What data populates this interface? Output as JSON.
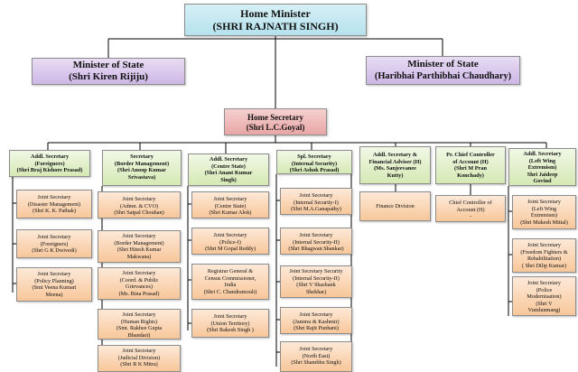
{
  "home_minister": {
    "line1": "Home Minister",
    "line2": "(SHRI RAJNATH SINGH)"
  },
  "mos_left": {
    "line1": "Minister of State",
    "line2": "(Shri Kiren Rijiju)"
  },
  "mos_right": {
    "line1": "Minister of State",
    "line2": "(Haribhai Parthibhai Chaudhary)"
  },
  "home_secretary": {
    "line1": "Home Secretary",
    "line2": "(Shri L.C.Goyal)"
  },
  "divisions": [
    {
      "lines": [
        "Addl.  Secretary",
        "(Foreigners)",
        "(Shri Braj Kishore Prasad)"
      ]
    },
    {
      "lines": [
        "Secretary",
        "(Border Management)",
        "(Shri Anoop Kumar",
        "Srivastava)"
      ]
    },
    {
      "lines": [
        "Addl. Secretary",
        "(Centre State)",
        "(Shri Anant Kumar",
        "Singh)"
      ]
    },
    {
      "lines": [
        "Spl. Secretary",
        "(Internal Security)",
        "(Shri Ashok Prasad)"
      ]
    },
    {
      "lines": [
        "Addl. Secretary &",
        "Financial Adviser (H)",
        "(Ms. Sanjeevanee",
        "Kutty)"
      ]
    },
    {
      "lines": [
        "Pr. Chief Controller",
        "of Account (H)",
        "(Shri M Pran",
        "Konchady)"
      ]
    },
    {
      "lines": [
        "Addl. Secretary",
        "(Left Wing",
        "Extremism)",
        "Shri Jaideep",
        "Govind"
      ]
    }
  ],
  "sub_units": [
    [
      {
        "lines": [
          "Joint Secretary",
          "(Disaster Management)",
          "(Shri K. K. Pathak)"
        ]
      },
      {
        "lines": [
          "Joint Secretary",
          "(Foreigners)",
          "(Shri G K Dwivedi)"
        ]
      },
      {
        "lines": [
          "Joint Secretary",
          "(Policy Planning)",
          "(Smt Veena Kumari",
          "Meena)"
        ]
      }
    ],
    [
      {
        "lines": [
          "Joint Secretary",
          "(Admn. & CVO)",
          "(Shri Satpal Chouhan)"
        ]
      },
      {
        "lines": [
          "Joint Secretary",
          "(Border Management)",
          "(Shri Hitesh Kumar",
          "Makwana)"
        ]
      },
      {
        "lines": [
          "Joint Secretary",
          "(Coord. & Public",
          "Grievances)",
          "(Ms. Bina Prasad)"
        ]
      },
      {
        "lines": [
          "Joint Secretary",
          "(Human Rights)",
          "(Smt. Rakhee Gupta",
          "Bhandari)"
        ]
      },
      {
        "lines": [
          "Joint Secretary",
          "(Judicial Division)",
          "(Shri R K Mitra)"
        ]
      }
    ],
    [
      {
        "lines": [
          "Joint Secretary",
          "(Centre State)",
          "(Shri Kumar Alok)"
        ]
      },
      {
        "lines": [
          "Joint Secretary",
          "(Police-I)",
          "(Shri M Gopal Reddy)"
        ]
      },
      {
        "lines": [
          "Registrar General &",
          "Census Commissioner,",
          "India",
          "(Shri C. Chandramouli)"
        ]
      },
      {
        "lines": [
          "Joint Secretary",
          "(Union Territory)",
          "(Shri Rakesh Singh )"
        ]
      }
    ],
    [
      {
        "lines": [
          "Joint Secretary",
          "(Internal Security-I)",
          "(Shri M.A.Ganapathy)"
        ]
      },
      {
        "lines": [
          "Joint Secretary",
          "(Internal Security-II)",
          "(Shri Bhagwan Shankar)"
        ]
      },
      {
        "lines": [
          "Joint Secretary Security",
          "(Internal Security-II)",
          "(Shri V Shashank",
          "Shekhar)"
        ]
      },
      {
        "lines": [
          "Joint Secretary",
          "(Jammu & Kashmir)",
          "(Shri Rajit Punhani)"
        ]
      },
      {
        "lines": [
          "Joint Secretary",
          "(North East)",
          "(Shri Shambhu Singh)"
        ]
      }
    ],
    [
      {
        "lines": [
          "Finance Division"
        ]
      }
    ],
    [
      {
        "lines": [
          "Chief Controller of",
          "Account (H)",
          "-"
        ]
      }
    ],
    [
      {
        "lines": [
          "Joint Secretary",
          "(Left Wing",
          "Extremism)",
          "(Shri Mukesh Mittal)"
        ]
      },
      {
        "lines": [
          "Joint Secretary",
          "(Freedom Fighters &",
          "Rehabilitation)",
          "( Shri Dilip Kumar)"
        ]
      },
      {
        "lines": [
          "Joint Secretary",
          "(Police",
          "Modernisation)",
          "(Shri V",
          "Vumlunmang)"
        ]
      }
    ]
  ]
}
